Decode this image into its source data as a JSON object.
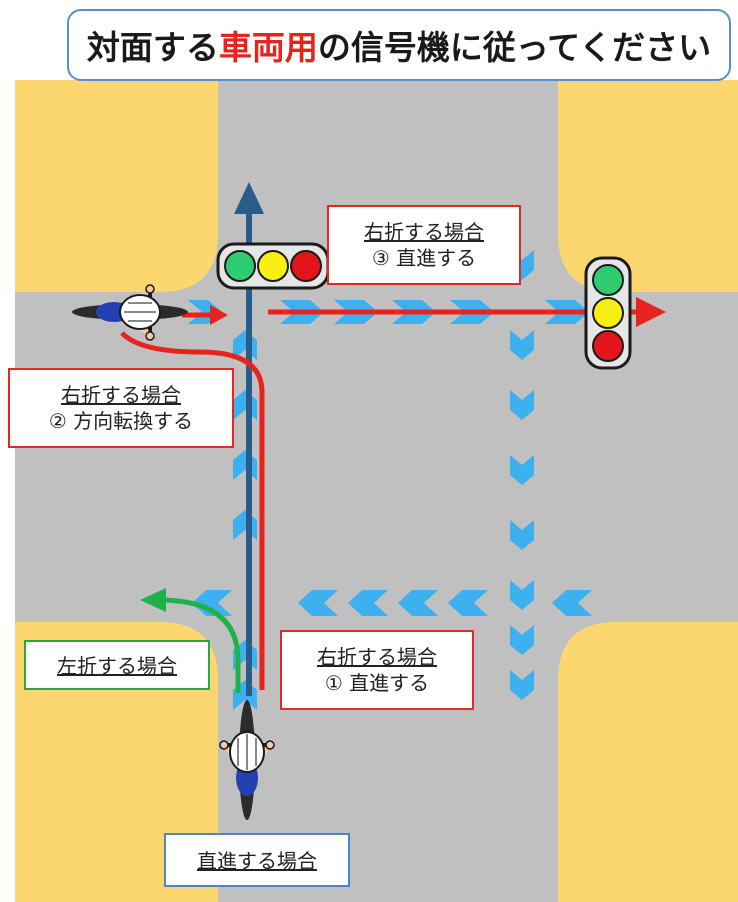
{
  "title": {
    "before": "対面する",
    "highlight": "車両用",
    "after": "の信号機に従ってください"
  },
  "labels": {
    "right_turn_1": {
      "heading": "右折する場合",
      "step": "① 直進する"
    },
    "right_turn_2": {
      "heading": "右折する場合",
      "step": "② 方向転換する"
    },
    "right_turn_3": {
      "heading": "右折する場合",
      "step": "③ 直進する"
    },
    "left_turn": {
      "heading": "左折する場合"
    },
    "straight": {
      "heading": "直進する場合"
    }
  },
  "colors": {
    "road": "#c0c0c0",
    "sidewalk": "#fcd66e",
    "chevron": "#3db0ef",
    "red_path": "#e8231d",
    "blue_path": "#2a5c8a",
    "green_path": "#1eb24a",
    "signal_green": "#2ecc71",
    "signal_yellow": "#f7ef10",
    "signal_red": "#e3141a"
  },
  "signals": [
    {
      "name": "signal-horizontal",
      "lights": [
        "green",
        "yellow",
        "red"
      ]
    },
    {
      "name": "signal-vertical",
      "lights": [
        "green",
        "yellow",
        "red"
      ]
    }
  ]
}
